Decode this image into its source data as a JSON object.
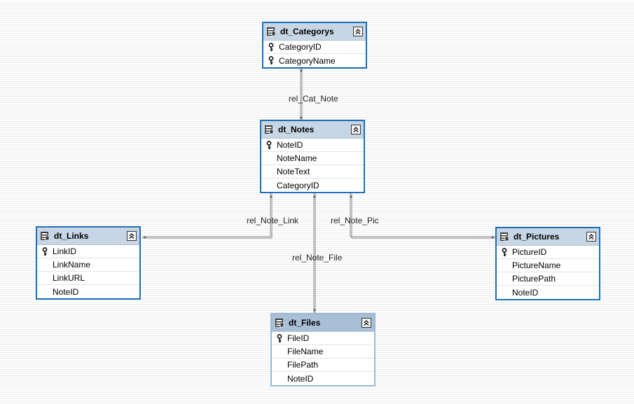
{
  "tables": {
    "categorys": {
      "name": "dt_Categorys",
      "columns": [
        {
          "label": "CategoryID",
          "key": true
        },
        {
          "label": "CategoryName",
          "key": true
        }
      ]
    },
    "notes": {
      "name": "dt_Notes",
      "columns": [
        {
          "label": "NoteID",
          "key": true
        },
        {
          "label": "NoteName",
          "key": false
        },
        {
          "label": "NoteText",
          "key": false
        },
        {
          "label": "CategoryID",
          "key": false
        }
      ]
    },
    "links": {
      "name": "dt_Links",
      "columns": [
        {
          "label": "LinkID",
          "key": true
        },
        {
          "label": "LinkName",
          "key": false
        },
        {
          "label": "LinkURL",
          "key": false
        },
        {
          "label": "NoteID",
          "key": false
        }
      ]
    },
    "pictures": {
      "name": "dt_Pictures",
      "columns": [
        {
          "label": "PictureID",
          "key": true
        },
        {
          "label": "PictureName",
          "key": false
        },
        {
          "label": "PicturePath",
          "key": false
        },
        {
          "label": "NoteID",
          "key": false
        }
      ]
    },
    "files": {
      "name": "dt_Files",
      "columns": [
        {
          "label": "FileID",
          "key": true
        },
        {
          "label": "FileName",
          "key": false
        },
        {
          "label": "FilePath",
          "key": false
        },
        {
          "label": "NoteID",
          "key": false
        }
      ]
    }
  },
  "relations": {
    "cat_note": "rel_Cat_Note",
    "note_link": "rel_Note_Link",
    "note_pic": "rel_Note_Pic",
    "note_file": "rel_Note_File"
  },
  "colors": {
    "selected_border": "#1c6fb8",
    "unselected_border": "#99b8d4",
    "connector": "#7a7a7a"
  },
  "icons": {
    "table": "table-icon",
    "key": "key-icon",
    "collapse": "collapse-chevrons-icon"
  }
}
